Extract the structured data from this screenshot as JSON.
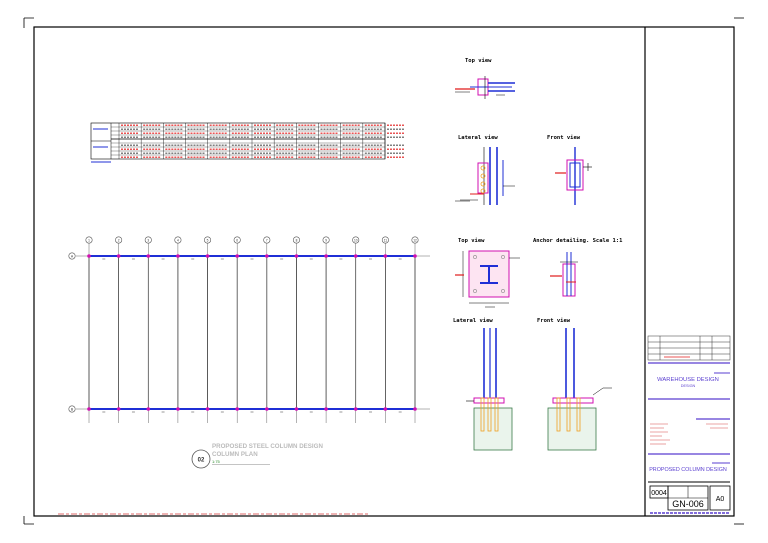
{
  "colors": {
    "frame": "#000000",
    "steel": "#1f2fd6",
    "magenta": "#d10fb0",
    "red": "#e01b1b",
    "orange": "#f0a020",
    "green": "#2a8a2a",
    "grid": "#666666",
    "concrete": "#3a7a4a",
    "titleblock_text": "#5a3fd0"
  },
  "views": {
    "top_view_1": "Top view",
    "lateral_view_1": "Lateral view",
    "front_view_1": "Front view",
    "top_view_2": "Top view",
    "anchor_detailing": "Anchor detailing. Scale 1:1",
    "lateral_view_2": "Lateral view",
    "front_view_2": "Front view"
  },
  "plan": {
    "circle_label": "02",
    "title_line1": "PROPOSED STEEL COLUMN DESIGN",
    "title_line2": "COLUMN PLAN",
    "scale_note": "1:75",
    "grid_bubbles_top": [
      "1",
      "2",
      "3",
      "4",
      "5",
      "6",
      "7",
      "8",
      "9",
      "10",
      "11",
      "12"
    ],
    "grid_bubbles_side": [
      "A",
      "B"
    ]
  },
  "title_block": {
    "project_name": "WAREHOUSE DESIGN",
    "project_sub": "DESIGN",
    "sheet_title": "PROPOSED COLUMN DESIGN",
    "sheet_number": "GN-006",
    "project_number": "0004",
    "paper_size": "A0"
  }
}
